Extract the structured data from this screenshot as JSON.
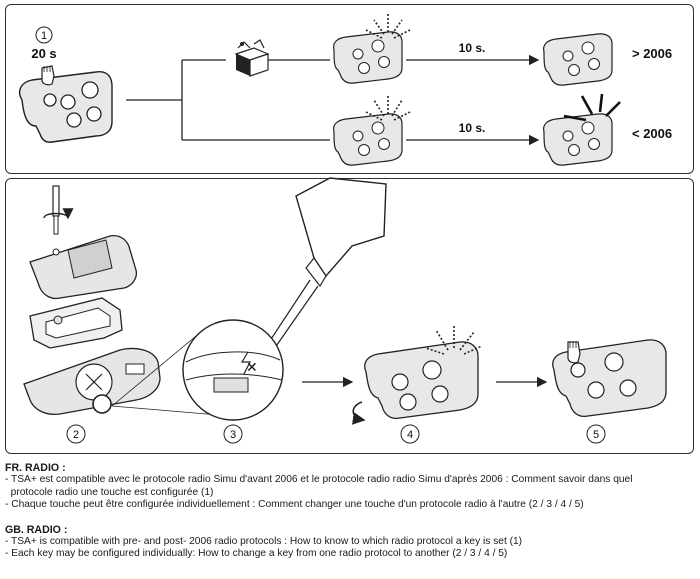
{
  "top_panel": {
    "step1_number": "1",
    "step1_duration": "20 s",
    "upper_branch": {
      "delay": "10 s.",
      "result": "> 2006"
    },
    "lower_branch": {
      "delay": "10 s.",
      "result": "< 2006"
    }
  },
  "bottom_panel": {
    "steps": [
      {
        "number": "2"
      },
      {
        "number": "3"
      },
      {
        "number": "4"
      },
      {
        "number": "5"
      }
    ]
  },
  "instructions": {
    "fr": {
      "heading": "FR. RADIO :",
      "lines": [
        "- TSA+ est compatible avec le protocole radio Simu d'avant 2006 et le protocole radio radio Simu d'après 2006 : Comment savoir dans quel",
        "  protocole radio une touche est configurée (1)",
        "- Chaque touche peut être configurée individuellement : Comment changer une touche d'un protocole radio à l'autre (2 / 3 / 4 / 5)"
      ]
    },
    "gb": {
      "heading": "GB. RADIO :",
      "lines": [
        "- TSA+ is compatible with pre- and post- 2006 radio protocols : How to know to which radio protocol a key is set (1)",
        "- Each key may be configured individually: How to change a key from one radio protocol to another (2 / 3 / 4 / 5)"
      ]
    }
  },
  "colors": {
    "remote_body": "#e6e6e6",
    "outline": "#222222"
  }
}
